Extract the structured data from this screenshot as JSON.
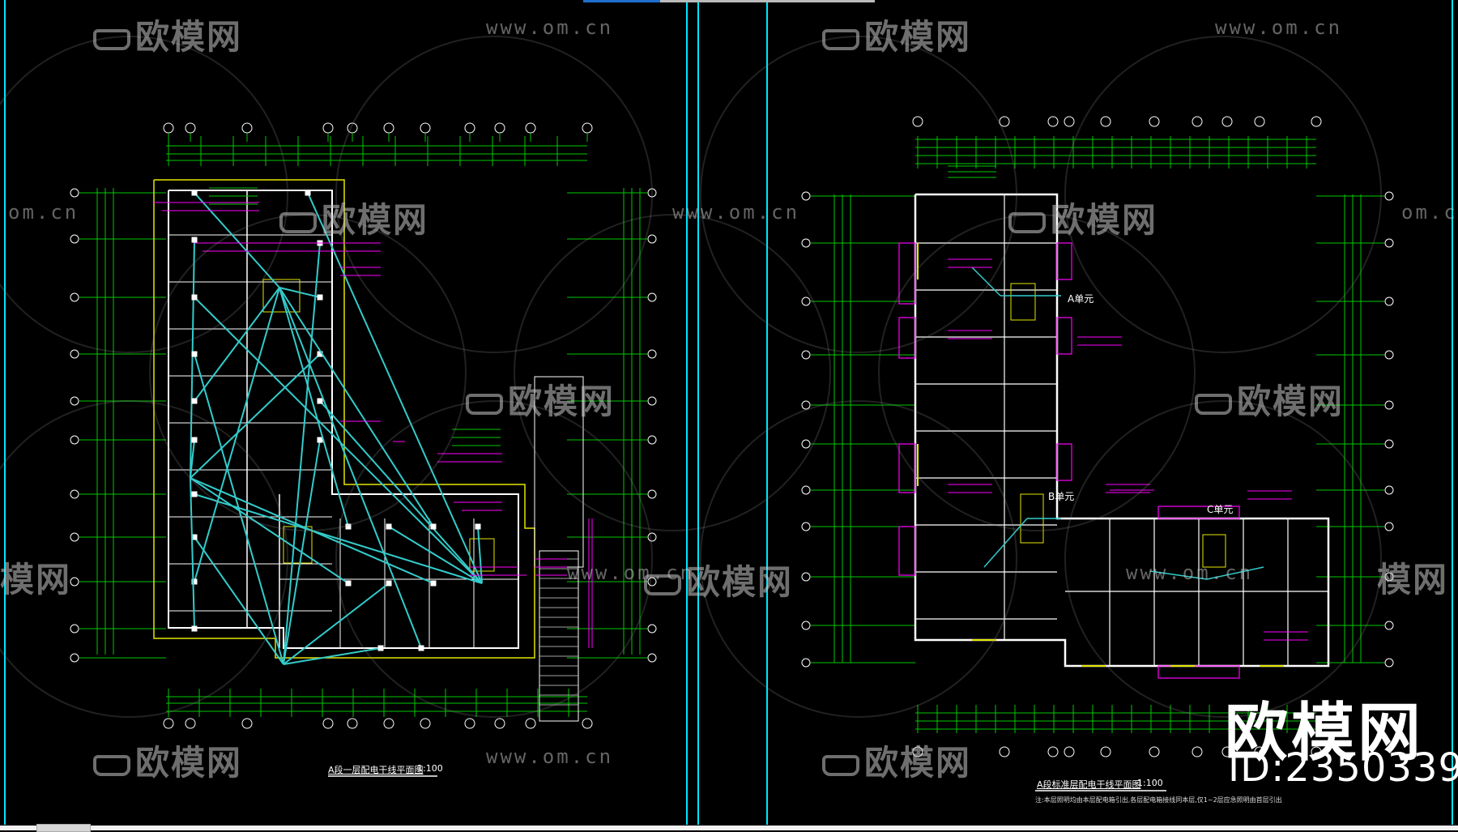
{
  "watermarks": {
    "logo_text": "欧模网",
    "url_text": "www.om.cn",
    "edge_url_text": "om.cn",
    "edge_logo_text": "模网"
  },
  "brand": {
    "logo": "欧模网",
    "id": "ID:2350339"
  },
  "left_drawing": {
    "title": "A段一层配电干线平面图",
    "scale": "1:100"
  },
  "right_drawing": {
    "title": "A段标准层配电干线平面图",
    "scale": "1:100",
    "note": "注:本层照明均由本层配电箱引出,各层配电箱接线同本层,仅1~2层应急照明由首层引出",
    "unit_a": "A单元",
    "unit_b": "B单元",
    "unit_c": "C单元"
  },
  "colors": {
    "background": "#000000",
    "wall": "#ffffff",
    "grid": "#00c800",
    "cable": "#33cccc",
    "magenta": "#ff00ff",
    "yellow": "#e6e600",
    "border": "#00e5ff"
  },
  "icons": {
    "sofa": "sofa-icon"
  }
}
